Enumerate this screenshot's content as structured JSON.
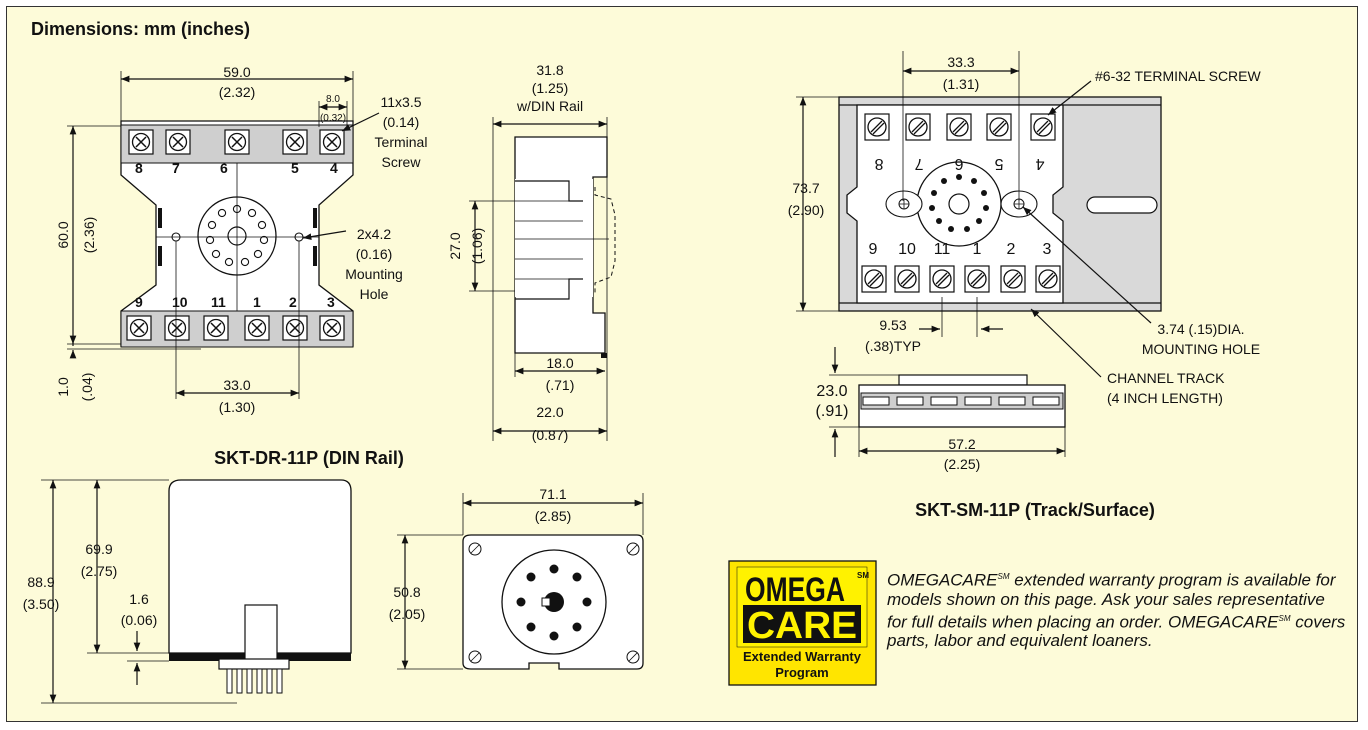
{
  "header": {
    "title": "Dimensions: mm (inches)"
  },
  "din": {
    "title": "SKT-DR-11P (DIN Rail)",
    "top_terminals": [
      "8",
      "7",
      "6",
      "5",
      "4"
    ],
    "bottom_terminals": [
      "9",
      "10",
      "11",
      "1",
      "2",
      "3"
    ],
    "width": {
      "mm": "59.0",
      "in": "(2.32)"
    },
    "pitch": {
      "mm": "8.0",
      "in": "(0.32)"
    },
    "screw": [
      "11x3.5",
      "(0.14)",
      "Terminal",
      "Screw"
    ],
    "height": {
      "mm": "60.0",
      "in": "(2.36)"
    },
    "mount": [
      "2x4.2",
      "(0.16)",
      "Mounting",
      "Hole"
    ],
    "base_gap": {
      "mm": "1.0",
      "in": "(.04)"
    },
    "hole_span": {
      "mm": "33.0",
      "in": "(1.30)"
    },
    "side": {
      "width": [
        "31.8",
        "(1.25)",
        "w/DIN Rail"
      ],
      "rail_h": {
        "mm": "27.0",
        "in": "(1.06)"
      },
      "depth1": {
        "mm": "18.0",
        "in": "(.71)"
      },
      "depth2": {
        "mm": "22.0",
        "in": "(0.87)"
      }
    }
  },
  "sm": {
    "title": "SKT-SM-11P (Track/Surface)",
    "top_span": {
      "mm": "33.3",
      "in": "(1.31)"
    },
    "screw_label": "#6-32 TERMINAL SCREW",
    "top_terminals": [
      "8",
      "7",
      "6",
      "5",
      "4"
    ],
    "bottom_terminals": [
      "9",
      "10",
      "11",
      "1",
      "2",
      "3"
    ],
    "height": {
      "mm": "73.7",
      "in": "(2.90)"
    },
    "pitch": {
      "mm": "9.53",
      "in": "(.38)TYP"
    },
    "hole": [
      "3.74 (.15)DIA.",
      "MOUNTING HOLE"
    ],
    "track": [
      "CHANNEL TRACK",
      "(4 INCH LENGTH)"
    ],
    "side_h": {
      "mm": "23.0",
      "in": "(.91)"
    },
    "side_w": {
      "mm": "57.2",
      "in": "(2.25)"
    }
  },
  "relay": {
    "total_h": {
      "mm": "88.9",
      "in": "(3.50)"
    },
    "body_h": {
      "mm": "69.9",
      "in": "(2.75)"
    },
    "gap": {
      "mm": "1.6",
      "in": "(0.06)"
    },
    "width": {
      "mm": "71.1",
      "in": "(2.85)"
    },
    "depth": {
      "mm": "50.8",
      "in": "(2.05)"
    }
  },
  "warranty": {
    "logo_top": "OMEGA",
    "logo_sm": "SM",
    "logo_bottom": "CARE",
    "logo_caption": [
      "Extended Warranty",
      "Program"
    ],
    "brand": "OMEGACARE",
    "sm_mark": "SM",
    "text_1": " extended warranty program is available for models shown on this page. Ask your sales representative for full details when placing an order. ",
    "text_2": " covers parts, labor and equivalent loaners."
  },
  "colors": {
    "background": "#fdfbd9",
    "logo_yellow": "#ffe500",
    "logo_black": "#111111"
  }
}
